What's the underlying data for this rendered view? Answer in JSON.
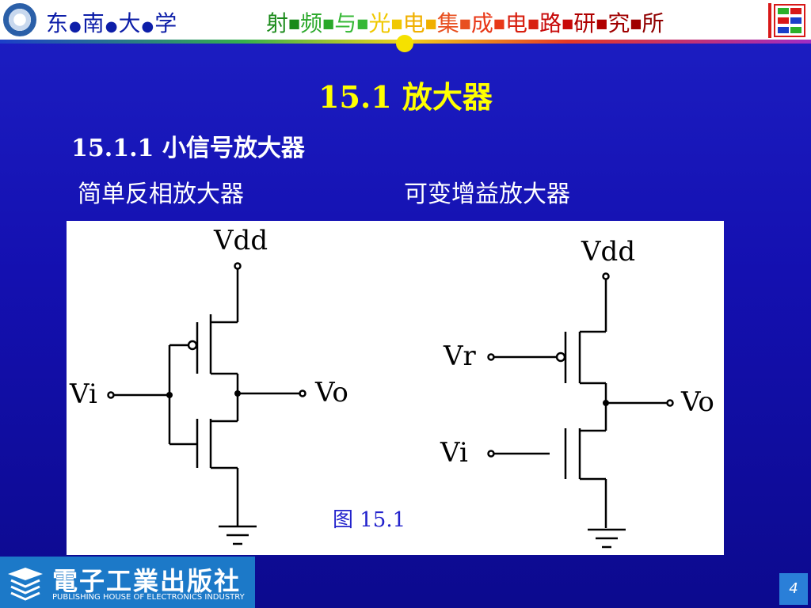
{
  "header": {
    "school": [
      "东",
      "南",
      "大",
      "学"
    ],
    "institute": [
      {
        "ch": "射",
        "color": "#1a8a1a"
      },
      {
        "ch": "频",
        "color": "#2aa82a"
      },
      {
        "ch": "与",
        "color": "#36b836"
      },
      {
        "ch": "光",
        "color": "#f0c800"
      },
      {
        "ch": "电",
        "color": "#f0b000"
      },
      {
        "ch": "集",
        "color": "#e85020"
      },
      {
        "ch": "成",
        "color": "#e83818"
      },
      {
        "ch": "电",
        "color": "#d82010"
      },
      {
        "ch": "路",
        "color": "#c80a0a"
      },
      {
        "ch": "研",
        "color": "#b00000"
      },
      {
        "ch": "究",
        "color": "#a00000"
      },
      {
        "ch": "所",
        "color": "#900000"
      }
    ]
  },
  "slide": {
    "title": "15.1  放大器",
    "subtitle": "15.1.1   小信号放大器",
    "label_left": "简单反相放大器",
    "label_right": "可变增益放大器"
  },
  "circuit": {
    "left": {
      "vdd": "Vdd",
      "vi": "Vi",
      "vo": "Vo"
    },
    "right": {
      "vdd": "Vdd",
      "vr": "Vr",
      "vi": "Vi",
      "vo": "Vo"
    },
    "caption": "图  15.1"
  },
  "footer": {
    "publisher": "電子工業出版社",
    "publisher_en": "PUBLISHING HOUSE OF ELECTRONICS INDUSTRY",
    "page": "4"
  }
}
